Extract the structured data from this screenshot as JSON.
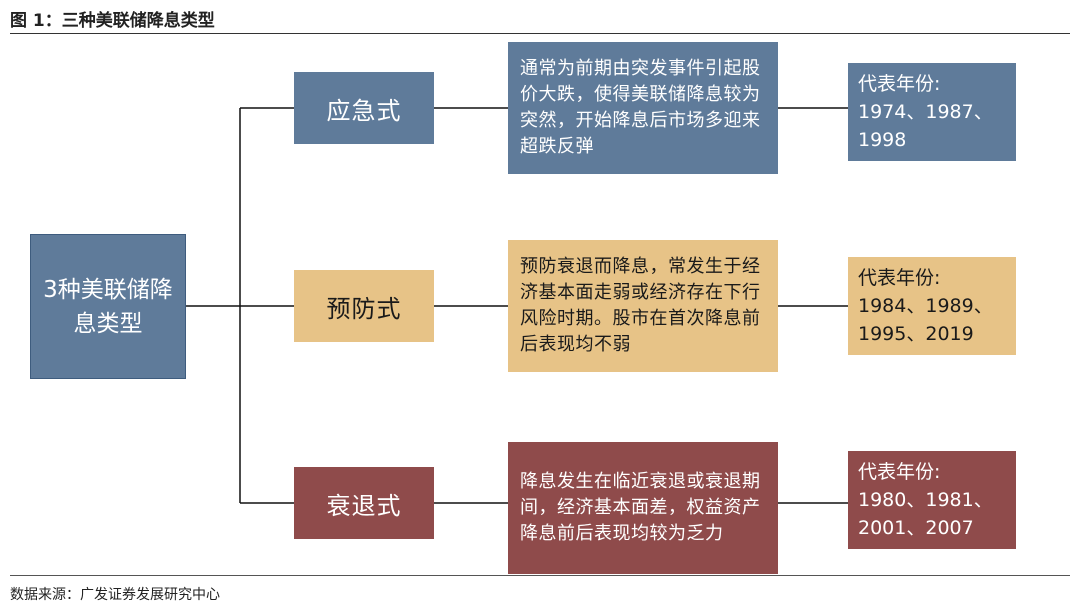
{
  "figure_title": "图 1：三种美联储降息类型",
  "source": "数据来源：广发证券发展研究中心",
  "root": {
    "label": "3种美联储降息类型"
  },
  "branches": [
    {
      "type": "应急式",
      "description": "通常为前期由突发事件引起股价大跌，使得美联储降息较为突然，开始降息后市场多迎来超跌反弹",
      "years_label": "代表年份:",
      "years": "1974、1987、\n1998",
      "color": "#5f7b9a"
    },
    {
      "type": "预防式",
      "description": "预防衰退而降息，常发生于经济基本面走弱或经济存在下行风险时期。股市在首次降息前后表现均不弱",
      "years_label": "代表年份:",
      "years": "1984、1989、\n1995、2019",
      "color": "#e7c387"
    },
    {
      "type": "衰退式",
      "description": "降息发生在临近衰退或衰退期间，经济基本面差，权益资产降息前后表现均较为乏力",
      "years_label": "代表年份:",
      "years": "1980、1981、\n2001、2007",
      "color": "#8f4b4b"
    }
  ]
}
